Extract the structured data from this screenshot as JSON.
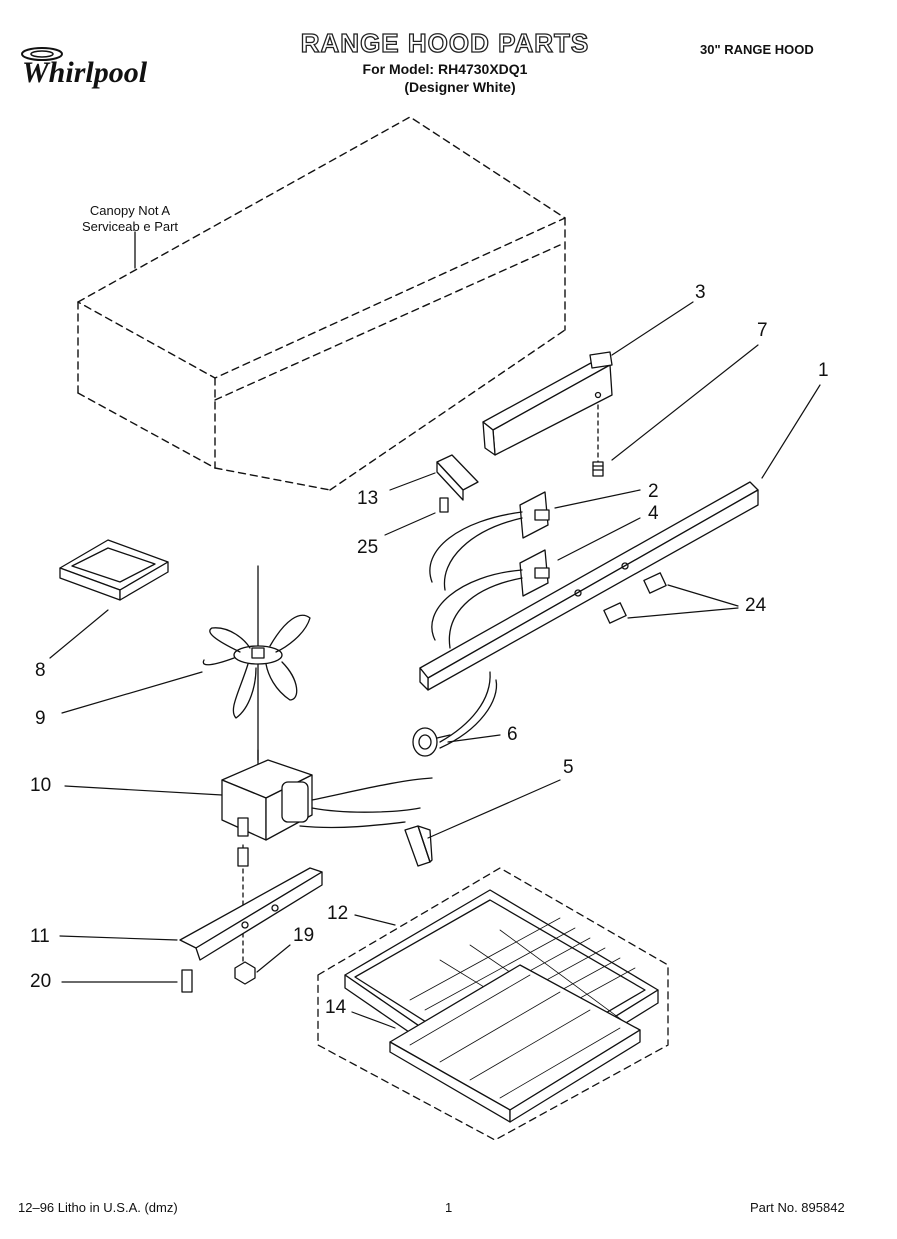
{
  "header": {
    "brand": "Whirlpool",
    "title": "RANGE HOOD PARTS",
    "model_line": "For Model: RH4730XDQ1",
    "variant": "(Designer White)",
    "model_size": "30\" RANGE HOOD"
  },
  "note": {
    "line1": "Canopy Not A",
    "line2": "Serviceab e Part"
  },
  "callouts": {
    "c1": "1",
    "c2": "2",
    "c3": "3",
    "c4": "4",
    "c5": "5",
    "c6": "6",
    "c7": "7",
    "c8": "8",
    "c9": "9",
    "c10": "10",
    "c11": "11",
    "c12": "12",
    "c13": "13",
    "c14": "14",
    "c19": "19",
    "c20": "20",
    "c24": "24",
    "c25": "25"
  },
  "footer": {
    "litho": "12–96 Litho in U.S.A. (dmz)",
    "page": "1",
    "part_no": "Part No. 895842"
  }
}
